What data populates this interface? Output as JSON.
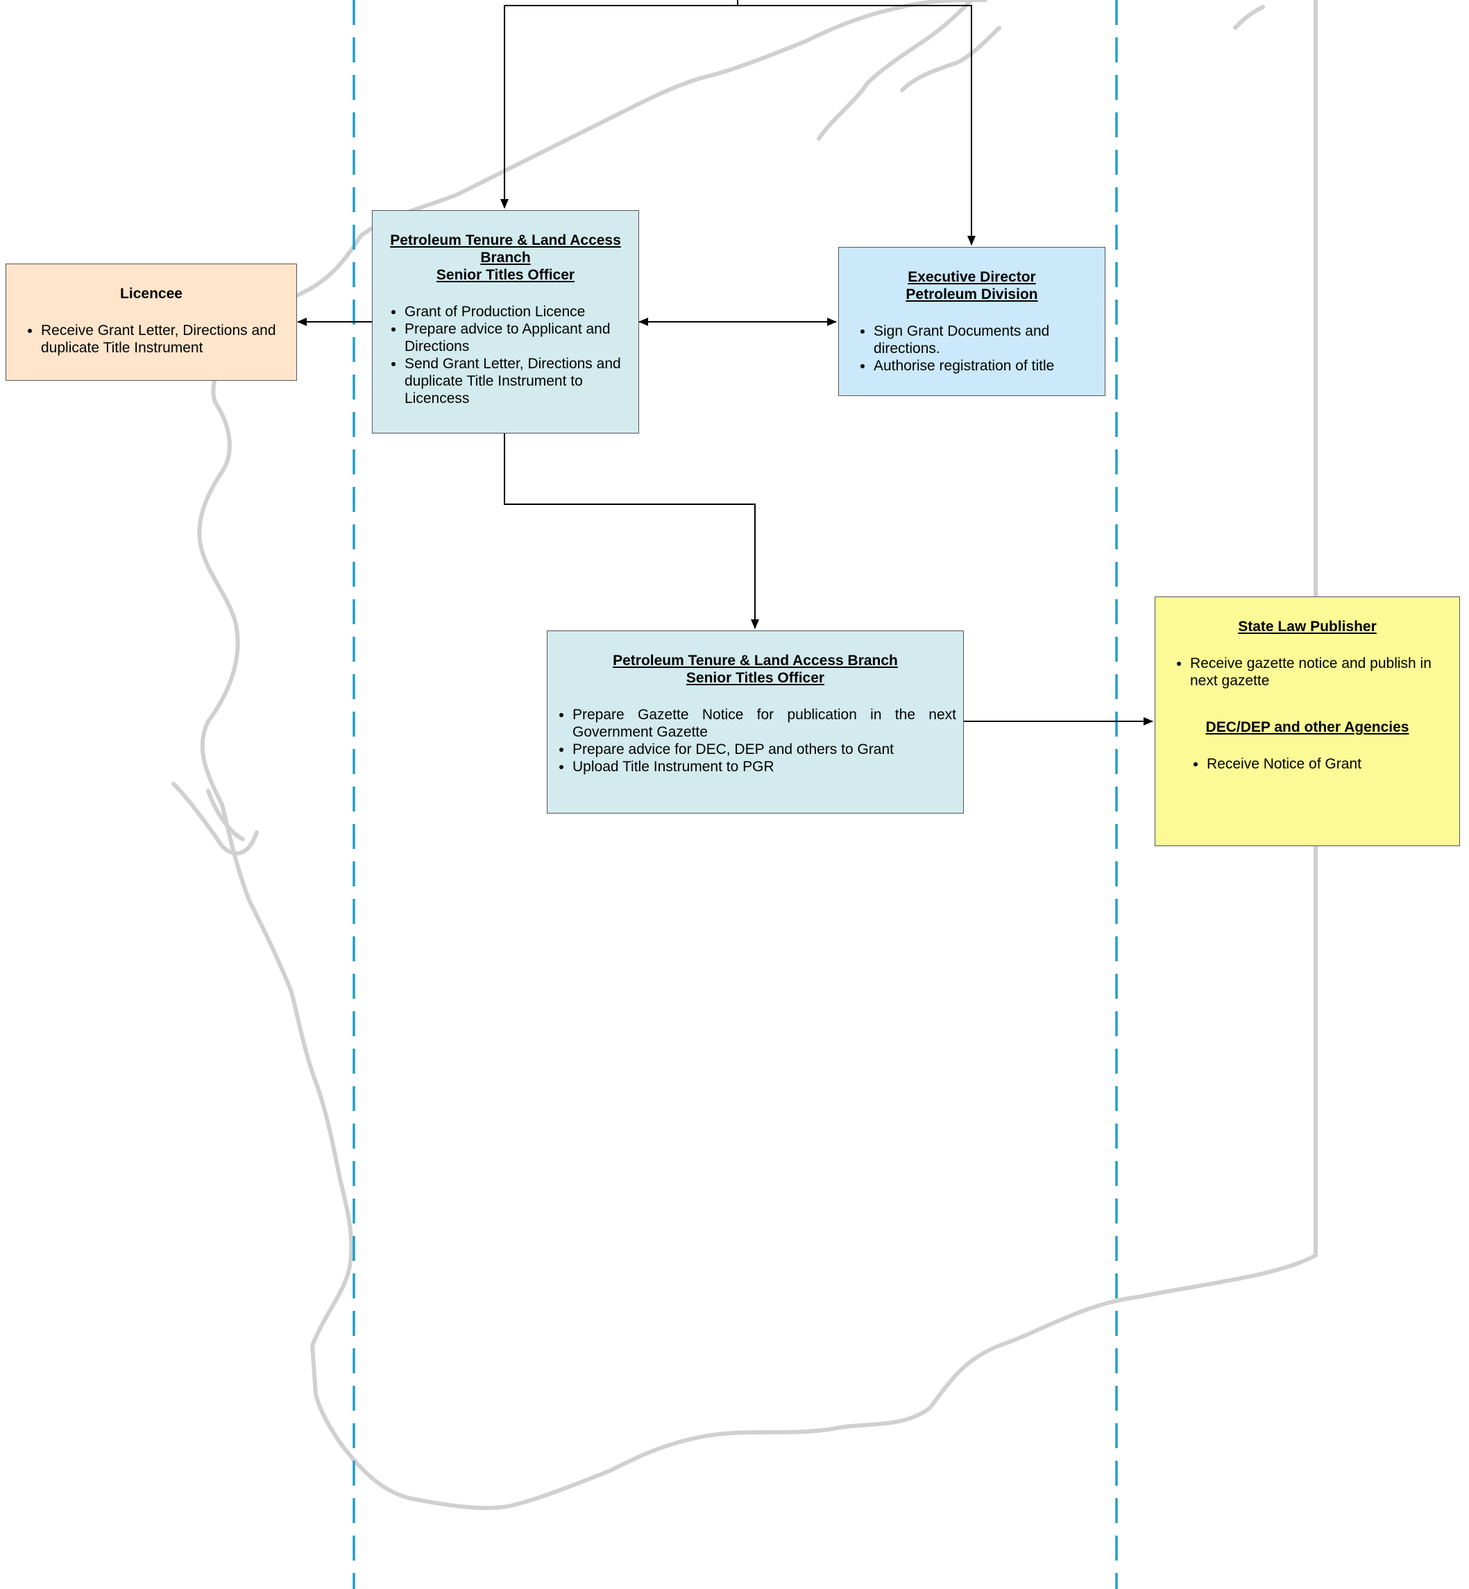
{
  "diagram": {
    "colors": {
      "swimlane": "#1f9ec9",
      "connector": "#000000",
      "map_outline": "#c8c8c8",
      "ptla_box": "#d3ebef",
      "executive_box": "#cbe9fb",
      "licencee_box": "#ffe5cb",
      "state_law_box": "#fbfa96"
    },
    "licencee": {
      "title": "Licencee",
      "items": [
        "Receive Grant Letter, Directions and duplicate Title Instrument"
      ]
    },
    "ptla_officer_1": {
      "title_lines": [
        "Petroleum Tenure & Land Access",
        "Branch",
        "Senior Titles Officer"
      ],
      "items": [
        "Grant of Production Licence",
        "Prepare advice to Applicant and Directions",
        "Send Grant Letter, Directions and duplicate Title Instrument to Licencess"
      ]
    },
    "executive_director": {
      "title_lines": [
        "Executive Director",
        "Petroleum Division"
      ],
      "items": [
        "Sign Grant Documents and directions.",
        "Authorise registration of title"
      ]
    },
    "ptla_officer_2": {
      "title_lines": [
        "Petroleum Tenure & Land Access Branch",
        "Senior Titles Officer"
      ],
      "items": [
        "Prepare Gazette Notice for publication in the next Government Gazette",
        "Prepare advice for DEC, DEP and others to Grant",
        "Upload Title Instrument to PGR"
      ]
    },
    "state_law_publisher": {
      "title": "State Law Publisher",
      "items": [
        "Receive gazette notice and publish in next gazette"
      ],
      "agencies_title": "DEC/DEP and other Agencies",
      "agencies_items": [
        "Receive Notice of Grant"
      ]
    }
  }
}
